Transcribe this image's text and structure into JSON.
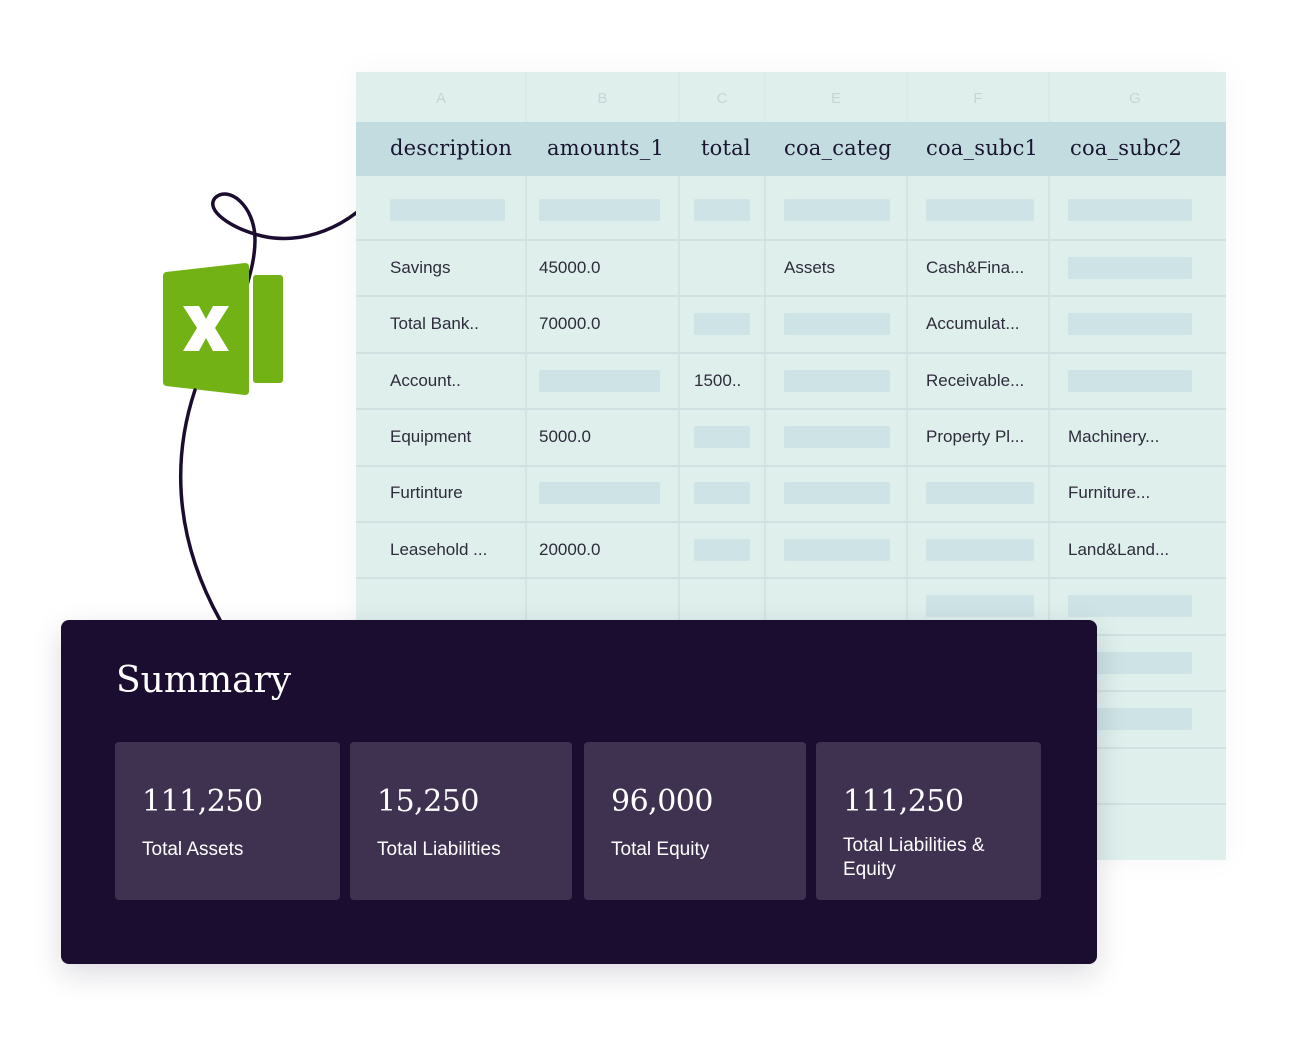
{
  "spreadsheet": {
    "column_letters": [
      "A",
      "B",
      "C",
      "E",
      "F",
      "G"
    ],
    "headers": [
      "description",
      "amounts_1",
      "total",
      "coa_categ",
      "coa_subc1",
      "coa_subc2"
    ],
    "rows": [
      [
        "",
        "",
        "",
        "",
        "",
        ""
      ],
      [
        "Savings",
        "45000.0",
        "",
        "Assets",
        "Cash&Fina...",
        ""
      ],
      [
        "Total Bank..",
        "70000.0",
        "",
        "",
        "Accumulat...",
        ""
      ],
      [
        "Account..",
        "",
        "1500..",
        "",
        "Receivable...",
        ""
      ],
      [
        "Equipment",
        "5000.0",
        "",
        "",
        "Property Pl...",
        "Machinery..."
      ],
      [
        "Furtinture",
        "",
        "",
        "",
        "",
        "Furniture..."
      ],
      [
        "Leasehold ...",
        "20000.0",
        "",
        "",
        "",
        "Land&Land..."
      ]
    ]
  },
  "summary": {
    "title": "Summary",
    "cards": [
      {
        "value": "111,250",
        "label": "Total Assets"
      },
      {
        "value": "15,250",
        "label": "Total Liabilities"
      },
      {
        "value": "96,000",
        "label": "Total Equity"
      },
      {
        "value": "111,250",
        "label": "Total Liabilities & Equity"
      }
    ]
  },
  "icons": {
    "excel": "excel-logo-icon"
  },
  "colors": {
    "sheet_bg": "#deefec",
    "header_bg": "#c3dce0",
    "summary_bg": "#1b0d2f",
    "card_bg": "#3e3250",
    "excel_green": "#72b214",
    "rope": "#1b0d2f"
  }
}
